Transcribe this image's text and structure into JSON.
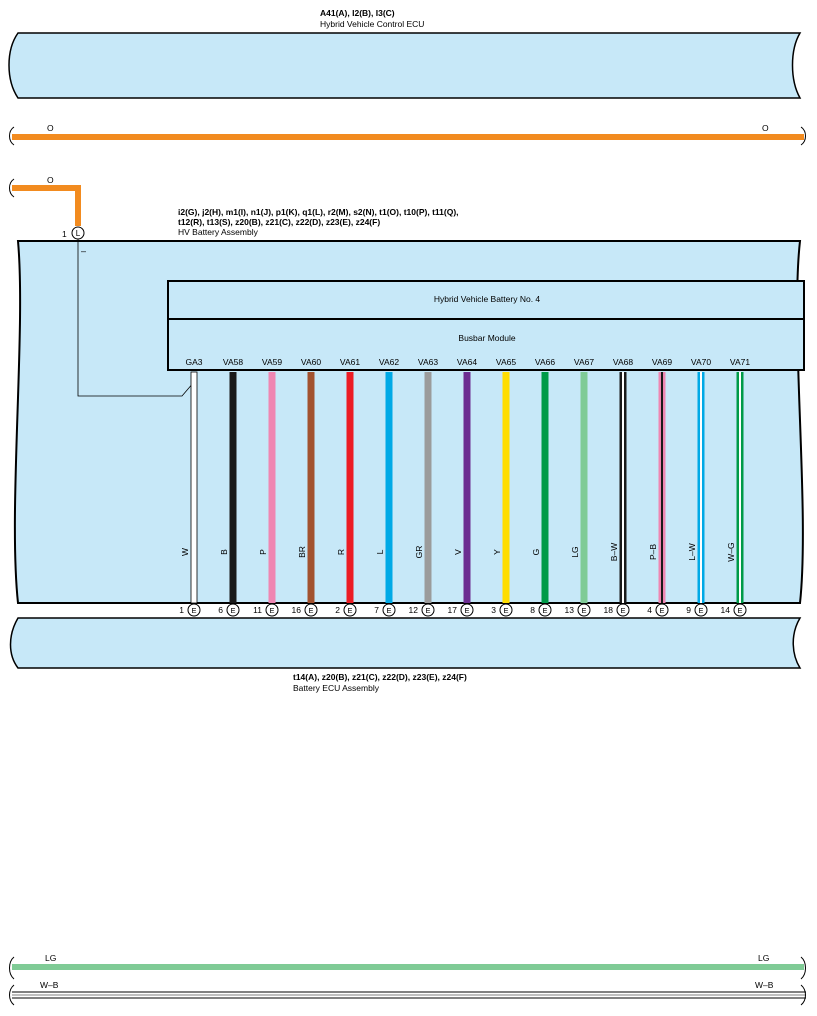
{
  "ecu_top": {
    "codes": "A41(A), I2(B), I3(C)",
    "name": "Hybrid Vehicle Control ECU"
  },
  "wire_o_label": "O",
  "hv_assembly": {
    "codes_line1": "i2(G), j2(H), m1(I), n1(J), p1(K), q1(L), r2(M), s2(N), t1(O), t10(P), t11(Q),",
    "codes_line2": "t12(R), t13(S), z20(B), z21(C), z22(D), z23(E), z24(F)",
    "name": "HV Battery Assembly",
    "pin_number": "1",
    "pin_connector": "L",
    "pin_polarity": "–"
  },
  "battery_box": {
    "title": "Hybrid Vehicle Battery No.  4",
    "module": "Busbar Module"
  },
  "terminals": [
    {
      "name": "GA3",
      "color_code": "W",
      "pin": "1",
      "conn": "E",
      "colors": [
        "#ffffff"
      ],
      "style": "outline"
    },
    {
      "name": "VA58",
      "color_code": "B",
      "pin": "6",
      "conn": "E",
      "colors": [
        "#1a1a1a"
      ],
      "style": "solid"
    },
    {
      "name": "VA59",
      "color_code": "P",
      "pin": "11",
      "conn": "E",
      "colors": [
        "#ef86b2"
      ],
      "style": "solid"
    },
    {
      "name": "VA60",
      "color_code": "BR",
      "pin": "16",
      "conn": "E",
      "colors": [
        "#a2522f"
      ],
      "style": "solid"
    },
    {
      "name": "VA61",
      "color_code": "R",
      "pin": "2",
      "conn": "E",
      "colors": [
        "#ec1c24"
      ],
      "style": "solid"
    },
    {
      "name": "VA62",
      "color_code": "L",
      "pin": "7",
      "conn": "E",
      "colors": [
        "#00a9e6"
      ],
      "style": "solid"
    },
    {
      "name": "VA63",
      "color_code": "GR",
      "pin": "12",
      "conn": "E",
      "colors": [
        "#9b9b9b"
      ],
      "style": "solid"
    },
    {
      "name": "VA64",
      "color_code": "V",
      "pin": "17",
      "conn": "E",
      "colors": [
        "#6c2d91"
      ],
      "style": "solid"
    },
    {
      "name": "VA65",
      "color_code": "Y",
      "pin": "3",
      "conn": "E",
      "colors": [
        "#ffdd00"
      ],
      "style": "solid"
    },
    {
      "name": "VA66",
      "color_code": "G",
      "pin": "8",
      "conn": "E",
      "colors": [
        "#009a48"
      ],
      "style": "solid"
    },
    {
      "name": "VA67",
      "color_code": "LG",
      "pin": "13",
      "conn": "E",
      "colors": [
        "#7fcb96"
      ],
      "style": "solid"
    },
    {
      "name": "VA68",
      "color_code": "B–W",
      "pin": "18",
      "conn": "E",
      "colors": [
        "#1a1a1a",
        "#ffffff"
      ],
      "style": "stripe"
    },
    {
      "name": "VA69",
      "color_code": "P–B",
      "pin": "4",
      "conn": "E",
      "colors": [
        "#ef86b2",
        "#1a1a1a"
      ],
      "style": "stripe"
    },
    {
      "name": "VA70",
      "color_code": "L–W",
      "pin": "9",
      "conn": "E",
      "colors": [
        "#00a9e6",
        "#ffffff"
      ],
      "style": "stripe"
    },
    {
      "name": "VA71",
      "color_code": "W–G",
      "pin": "14",
      "conn": "E",
      "colors": [
        "#009a48",
        "#ffffff"
      ],
      "style": "stripe"
    }
  ],
  "battery_ecu": {
    "codes": "t14(A), z20(B), z21(C), z22(D), z23(E), z24(F)",
    "name": "Battery ECU Assembly"
  },
  "bottom_wires": {
    "lg_label": "LG",
    "wb_label": "W–B"
  },
  "palette": {
    "component_fill": "#c7e8f8",
    "orange_wire": "#f28b1f",
    "lg_wire": "#7fcb96"
  }
}
